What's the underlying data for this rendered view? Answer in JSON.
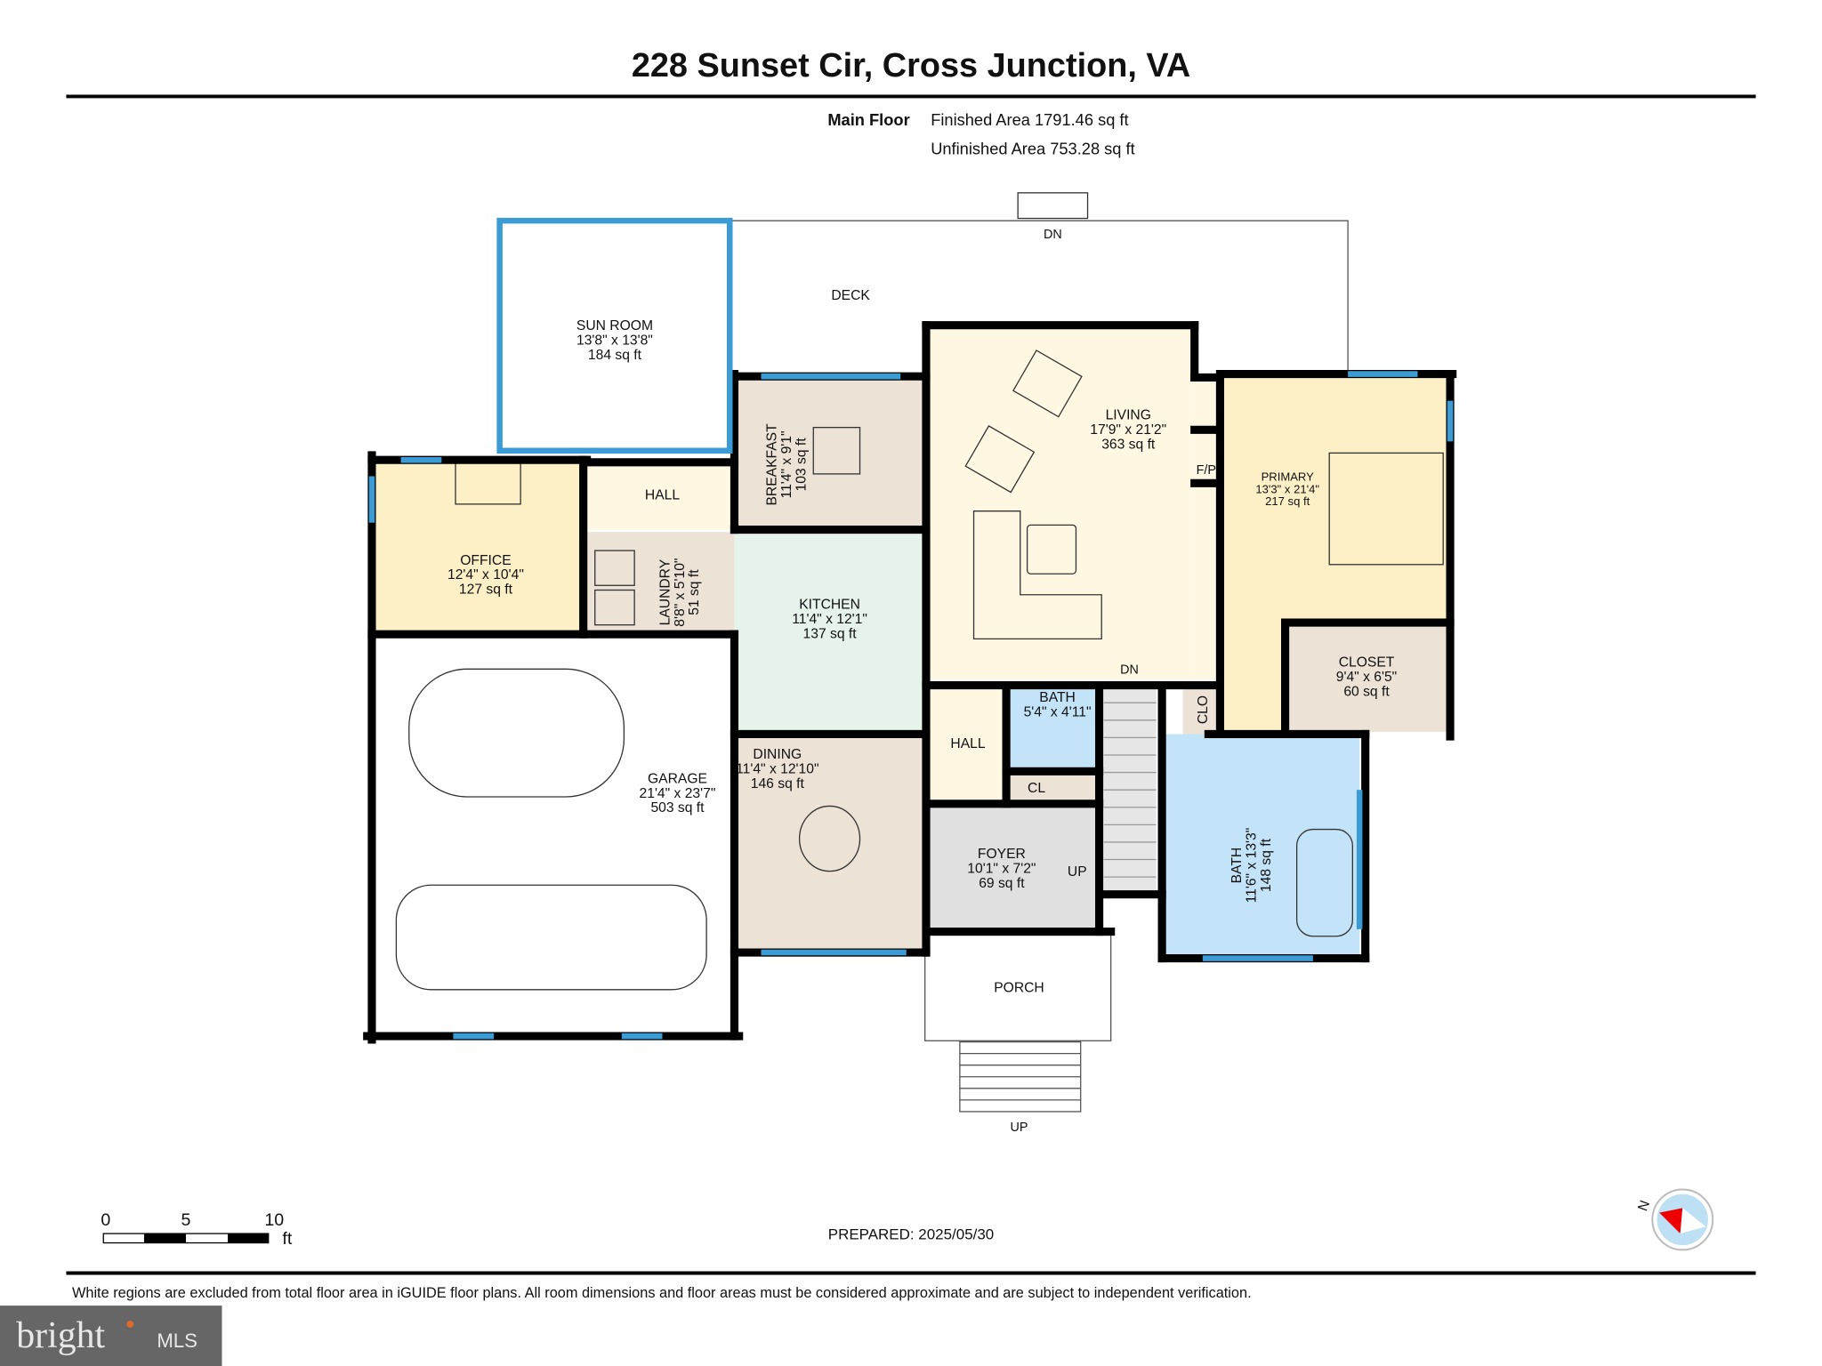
{
  "title": "228 Sunset Cir, Cross Junction, VA",
  "floor": {
    "name": "Main Floor",
    "finished_area": "Finished Area 1791.46 sq ft",
    "unfinished_area": "Unfinished Area 753.28 sq ft"
  },
  "rooms": {
    "sunroom": [
      "SUN ROOM",
      "13'8\" x 13'8\"",
      "184 sq ft"
    ],
    "deck": [
      "DECK"
    ],
    "deck_stairs": [
      "DN"
    ],
    "breakfast": [
      "BREAKFAST",
      "11'4\" x 9'1\"",
      "103 sq ft"
    ],
    "hall_upper": [
      "HALL"
    ],
    "office": [
      "OFFICE",
      "12'4\" x 10'4\"",
      "127 sq ft"
    ],
    "laundry": [
      "LAUNDRY",
      "8'8\" x 5'10\"",
      "51 sq ft"
    ],
    "kitchen": [
      "KITCHEN",
      "11'4\" x 12'1\"",
      "137 sq ft"
    ],
    "living": [
      "LIVING",
      "17'9\" x 21'2\"",
      "363 sq ft"
    ],
    "fireplace": [
      "F/P"
    ],
    "primary": [
      "PRIMARY",
      "13'3\" x 21'4\"",
      "217 sq ft"
    ],
    "closet": [
      "CLOSET",
      "9'4\" x 6'5\"",
      "60 sq ft"
    ],
    "garage": [
      "GARAGE",
      "21'4\" x 23'7\"",
      "503 sq ft"
    ],
    "dining": [
      "DINING",
      "11'4\" x 12'10\"",
      "146 sq ft"
    ],
    "hall_lower": [
      "HALL"
    ],
    "bath_half": [
      "BATH",
      "5'4\" x 4'11\""
    ],
    "stairs_dn": [
      "DN"
    ],
    "cl": [
      "CL"
    ],
    "clo": [
      "CLO"
    ],
    "foyer": [
      "FOYER",
      "10'1\" x 7'2\"",
      "69 sq ft"
    ],
    "stairs_up": [
      "UP"
    ],
    "bath_primary": [
      "BATH",
      "11'6\" x 13'3\"",
      "148 sq ft"
    ],
    "porch": [
      "PORCH"
    ],
    "porch_stairs": [
      "UP"
    ]
  },
  "scale_bar": {
    "ticks": [
      "0",
      "5",
      "10"
    ],
    "unit": "ft"
  },
  "prepared": "PREPARED: 2025/05/30",
  "compass": {
    "label": "N"
  },
  "disclaimer": "White regions are excluded from total floor area in iGUIDE floor plans. All room dimensions and floor areas must be considered approximate and are subject to independent verification.",
  "watermark": "bright MLS",
  "colors": {
    "wall": "#000000",
    "window": "#3a9bd5",
    "yellow": "#fdf0c6",
    "cream": "#fef8e3",
    "beige": "#ece2d5",
    "mint": "#e5f3ea",
    "blue": "#c3e4f8",
    "gray": "#e0e0e0"
  }
}
